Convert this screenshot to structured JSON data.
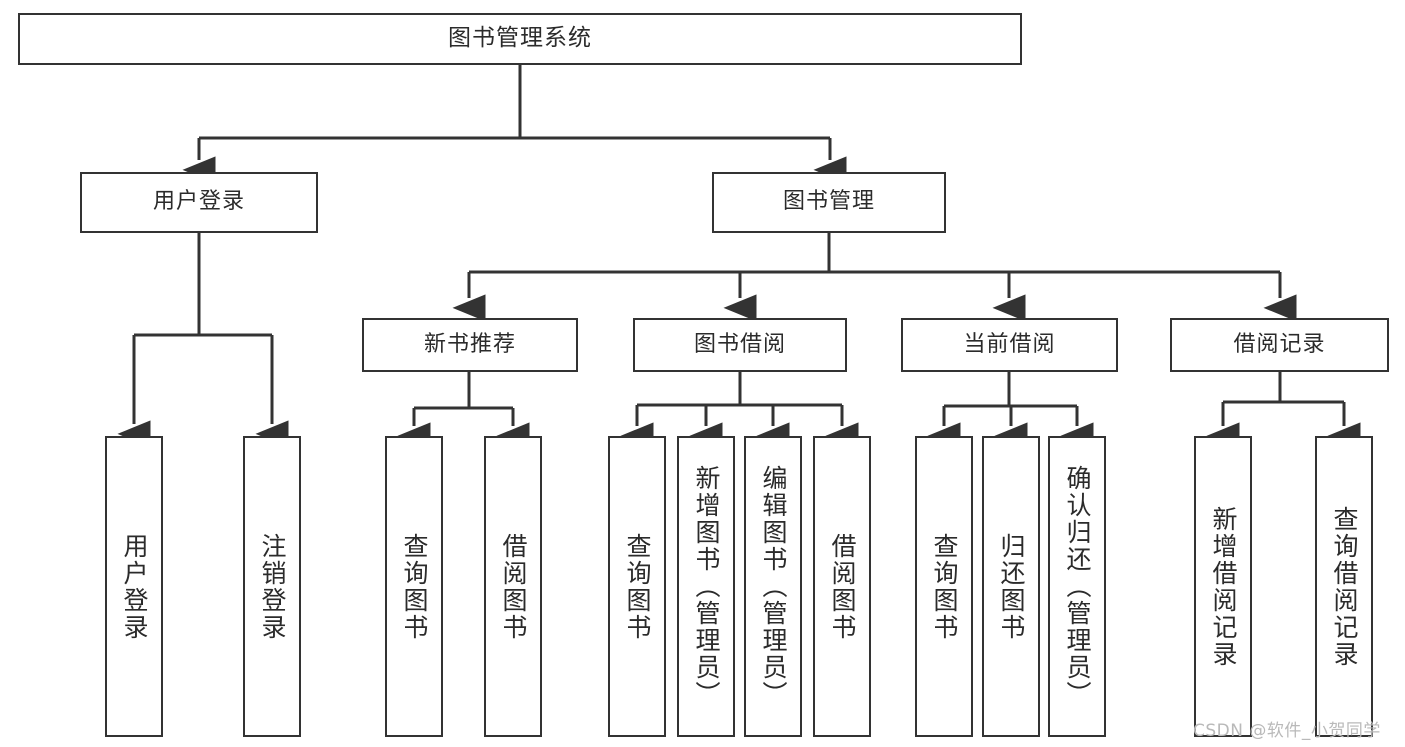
{
  "diagram": {
    "type": "tree-hierarchy-chart",
    "title": "图书管理系统",
    "background_color": "#ffffff",
    "line_color": "#333333",
    "text_color": "#2b2b2b",
    "root": {
      "label": "图书管理系统"
    },
    "level1": [
      {
        "label": "用户登录"
      },
      {
        "label": "图书管理"
      }
    ],
    "level2": [
      {
        "label": "新书推荐"
      },
      {
        "label": "图书借阅"
      },
      {
        "label": "当前借阅"
      },
      {
        "label": "借阅记录"
      }
    ],
    "leaves": {
      "user_login": [
        {
          "label": "用户登录"
        },
        {
          "label": "注销登录"
        }
      ],
      "new_book_recommend": [
        {
          "label": "查询图书"
        },
        {
          "label": "借阅图书"
        }
      ],
      "book_borrow": [
        {
          "label": "查询图书"
        },
        {
          "label": "新增图书（管理员）"
        },
        {
          "label": "编辑图书（管理员）"
        },
        {
          "label": "借阅图书"
        }
      ],
      "current_borrow": [
        {
          "label": "查询图书"
        },
        {
          "label": "归还图书"
        },
        {
          "label": "确认归还（管理员）"
        }
      ],
      "borrow_record": [
        {
          "label": "新增借阅记录"
        },
        {
          "label": "查询借阅记录"
        }
      ]
    }
  },
  "watermark": {
    "text": "CSDN @软件_小贺同学"
  }
}
